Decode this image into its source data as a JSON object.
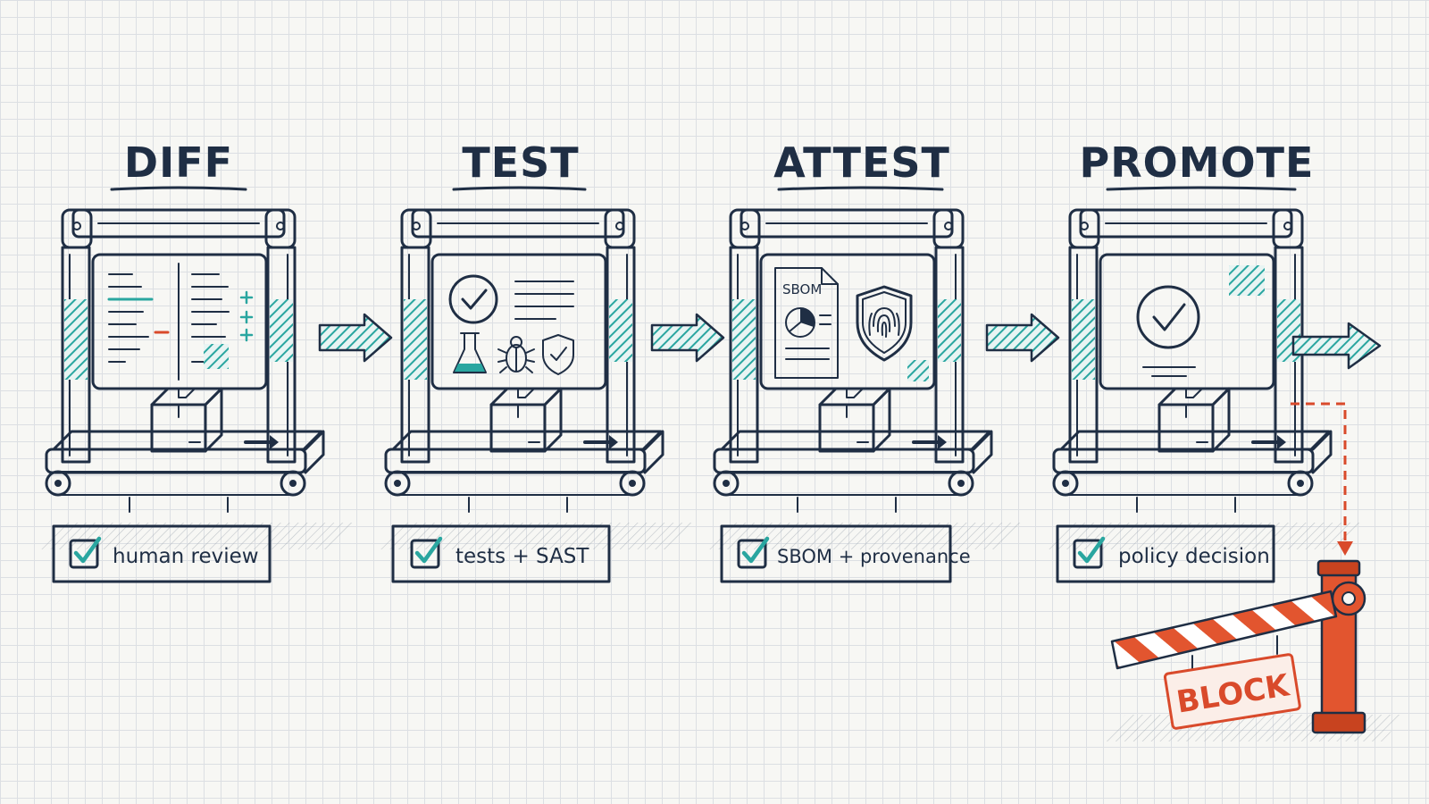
{
  "stages": [
    {
      "title": "DIFF",
      "check": "human review"
    },
    {
      "title": "TEST",
      "check": "tests + SAST"
    },
    {
      "title": "ATTEST",
      "check": "SBOM + provenance",
      "doc_label": "SBOM"
    },
    {
      "title": "PROMOTE",
      "check": "policy decision"
    }
  ],
  "block_sign": "BLOCK",
  "colors": {
    "ink": "#1f2e44",
    "accent": "#2aa6a0",
    "warning": "#d94a2b",
    "paper": "#f7f7f4"
  },
  "icons": {
    "diff": "code-diff-icon",
    "test": [
      "check-circle-icon",
      "flask-icon",
      "bug-icon",
      "shield-check-icon"
    ],
    "attest": [
      "sbom-document-icon",
      "pie-chart-icon",
      "fingerprint-shield-icon"
    ],
    "promote": [
      "check-circle-icon"
    ],
    "package": "package-box-icon",
    "checkbox": "checkbox-checked-icon",
    "barrier": "barrier-gate-icon"
  }
}
